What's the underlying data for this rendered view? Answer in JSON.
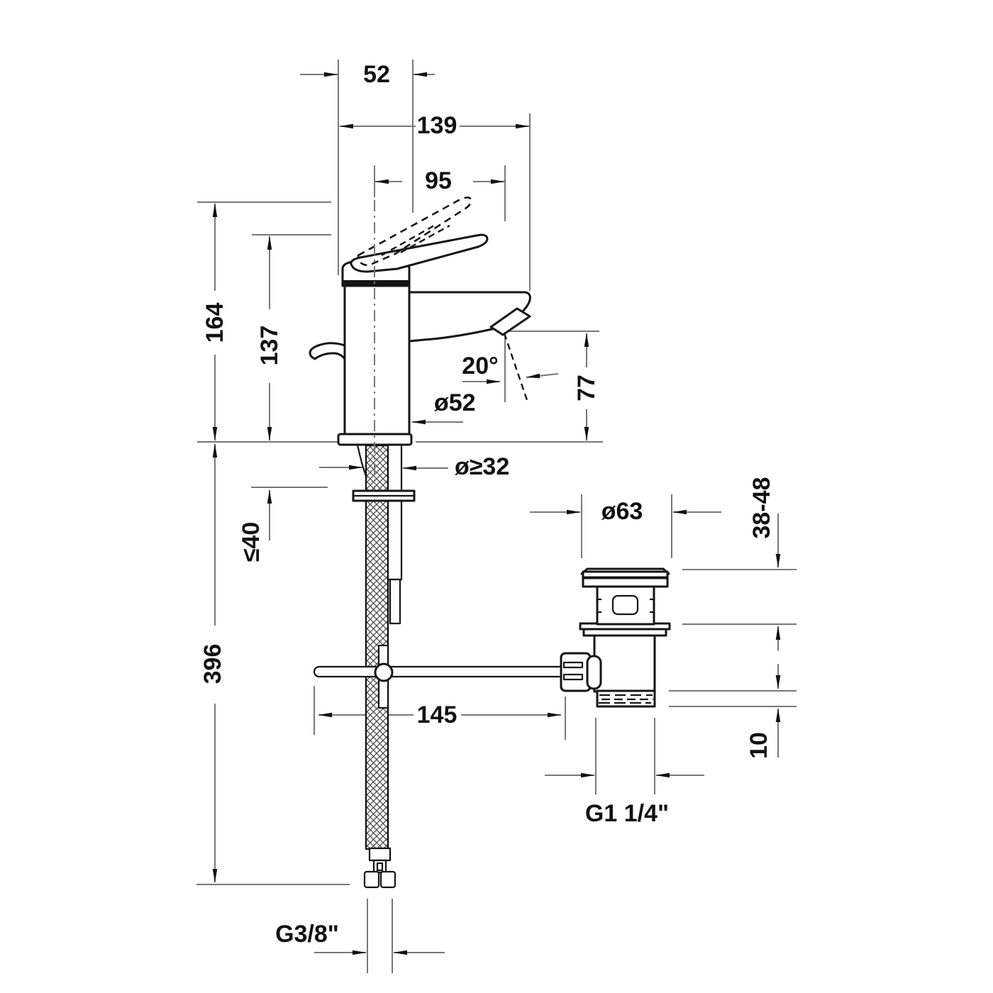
{
  "drawing": {
    "kind": "technical-dimension-drawing",
    "subject": "single-lever basin mixer with flexible supply hose and pop-up drain waste"
  },
  "colors": {
    "background": "#ffffff",
    "ink": "#151515",
    "dimension_line": "#787878",
    "label_text": "#111111"
  },
  "labels": {
    "w52": "52",
    "w139": "139",
    "w95": "95",
    "h164": "164",
    "h137": "137",
    "angle20": "20°",
    "dia52": "ø52",
    "h77": "77",
    "dia_min32": "ø≥32",
    "deck_max40": "≤40",
    "h396": "396",
    "dia63": "ø63",
    "range3848": "38-48",
    "rod145": "145",
    "thread10": "10",
    "thread_drain": "G1 1/4\"",
    "thread_supply": "G3/8\""
  }
}
